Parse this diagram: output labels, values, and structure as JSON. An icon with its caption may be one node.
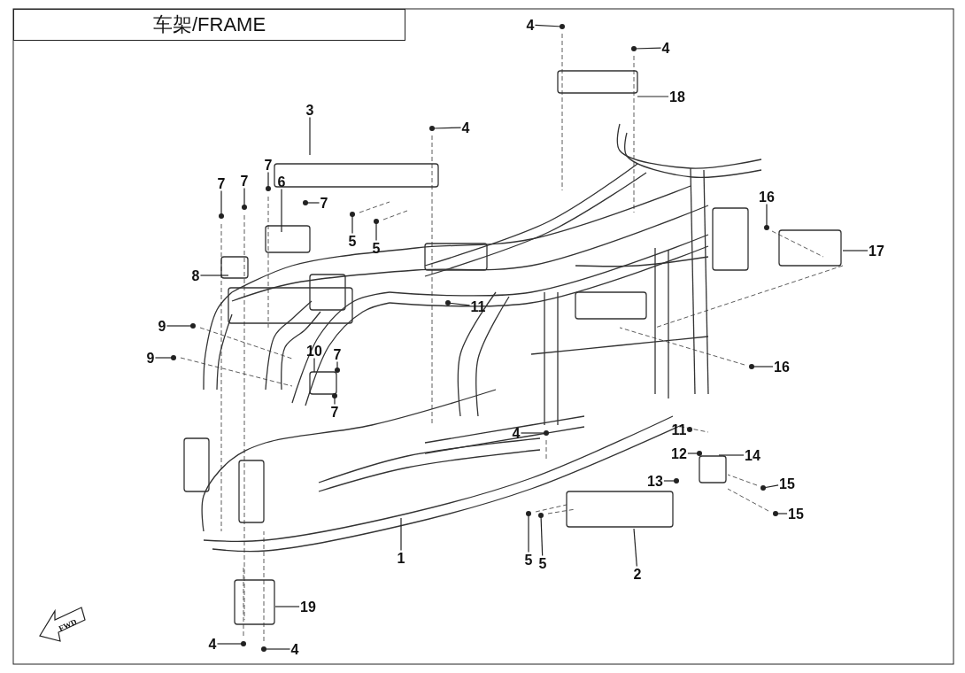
{
  "diagram": {
    "title": "车架/FRAME",
    "nodes": [
      {
        "text": [
          "4"
        ]
      },
      {
        "text": [
          "4"
        ]
      },
      {
        "text": [
          "18"
        ]
      },
      {
        "text": [
          "3"
        ]
      },
      {
        "text": [
          "4"
        ]
      },
      {
        "text": [
          "7"
        ]
      },
      {
        "text": [
          "7"
        ]
      },
      {
        "text": [
          "7"
        ]
      },
      {
        "text": [
          "6"
        ]
      },
      {
        "text": [
          "16"
        ]
      },
      {
        "text": [
          "7"
        ]
      },
      {
        "text": [
          "5"
        ]
      },
      {
        "text": [
          "5"
        ]
      },
      {
        "text": [
          "17"
        ]
      },
      {
        "text": [
          "8"
        ]
      },
      {
        "text": [
          "11"
        ]
      },
      {
        "text": [
          "9"
        ]
      },
      {
        "text": [
          "9"
        ]
      },
      {
        "text": [
          "10"
        ]
      },
      {
        "text": [
          "7"
        ]
      },
      {
        "text": [
          "16"
        ]
      },
      {
        "text": [
          "7"
        ]
      },
      {
        "text": [
          "4"
        ]
      },
      {
        "text": [
          "11"
        ]
      },
      {
        "text": [
          "12"
        ]
      },
      {
        "text": [
          "14"
        ]
      },
      {
        "text": [
          "13"
        ]
      },
      {
        "text": [
          "15"
        ]
      },
      {
        "text": [
          "15"
        ]
      },
      {
        "text": [
          "1"
        ]
      },
      {
        "text": [
          "5"
        ]
      },
      {
        "text": [
          "5"
        ]
      },
      {
        "text": [
          "2"
        ]
      },
      {
        "text": [
          "19"
        ]
      },
      {
        "text": [
          "4"
        ]
      },
      {
        "text": [
          "4"
        ]
      }
    ],
    "edges": [
      {
        "from": 0,
        "to": null,
        "arrow": "other"
      },
      {
        "from": 1,
        "to": null,
        "arrow": "other"
      },
      {
        "from": 2,
        "to": null,
        "arrow": "none"
      },
      {
        "from": 3,
        "to": null,
        "arrow": "none"
      },
      {
        "from": 4,
        "to": null,
        "arrow": "other"
      },
      {
        "from": 5,
        "to": null,
        "arrow": "other"
      },
      {
        "from": 6,
        "to": null,
        "arrow": "other"
      },
      {
        "from": 7,
        "to": null,
        "arrow": "other"
      },
      {
        "from": 8,
        "to": null,
        "arrow": "none"
      },
      {
        "from": 9,
        "to": null,
        "arrow": "other"
      },
      {
        "from": 10,
        "to": null,
        "arrow": "other"
      },
      {
        "from": 11,
        "to": null,
        "arrow": "other"
      },
      {
        "from": 12,
        "to": null,
        "arrow": "other"
      },
      {
        "from": 13,
        "to": null,
        "arrow": "none"
      },
      {
        "from": 14,
        "to": null,
        "arrow": "none"
      },
      {
        "from": 15,
        "to": null,
        "arrow": "other"
      },
      {
        "from": 16,
        "to": null,
        "arrow": "other"
      },
      {
        "from": 17,
        "to": null,
        "arrow": "other"
      },
      {
        "from": 18,
        "to": null,
        "arrow": "none"
      },
      {
        "from": 19,
        "to": null,
        "arrow": "other"
      },
      {
        "from": 20,
        "to": null,
        "arrow": "other"
      },
      {
        "from": 21,
        "to": null,
        "arrow": "other"
      },
      {
        "from": 22,
        "to": null,
        "arrow": "other"
      },
      {
        "from": 23,
        "to": null,
        "arrow": "other"
      },
      {
        "from": 24,
        "to": null,
        "arrow": "other"
      },
      {
        "from": 25,
        "to": null,
        "arrow": "none"
      },
      {
        "from": 26,
        "to": null,
        "arrow": "other"
      },
      {
        "from": 27,
        "to": null,
        "arrow": "other"
      },
      {
        "from": 28,
        "to": null,
        "arrow": "other"
      },
      {
        "from": 29,
        "to": null,
        "arrow": "none"
      },
      {
        "from": 30,
        "to": null,
        "arrow": "other"
      },
      {
        "from": 31,
        "to": null,
        "arrow": "other"
      },
      {
        "from": 32,
        "to": null,
        "arrow": "none"
      },
      {
        "from": 33,
        "to": null,
        "arrow": "none"
      },
      {
        "from": 34,
        "to": null,
        "arrow": "other"
      },
      {
        "from": 35,
        "to": null,
        "arrow": "other"
      }
    ],
    "labels": [
      "FWD"
    ]
  }
}
